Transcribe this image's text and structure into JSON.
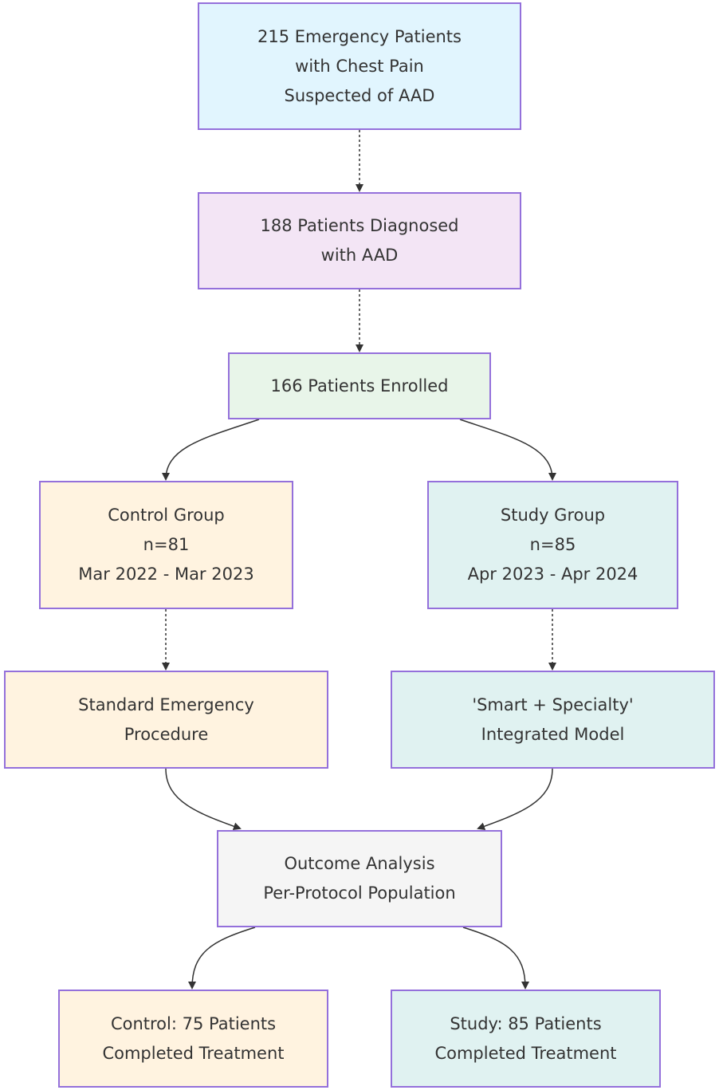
{
  "colors": {
    "border": "#9470db",
    "arrow": "#333333",
    "text": "#333333",
    "screening_fill": "#e1f5fe",
    "diagnosed_fill": "#f3e5f5",
    "enrolled_fill": "#e8f5e9",
    "control_fill": "#fff3e0",
    "study_fill": "#e0f2f1",
    "analysis_fill": "#f5f5f5"
  },
  "nodes": {
    "screening": {
      "lines": [
        "215 Emergency Patients",
        "with Chest Pain",
        "Suspected of AAD"
      ]
    },
    "diagnosed": {
      "lines": [
        "188 Patients Diagnosed",
        "with AAD"
      ]
    },
    "enrolled": {
      "lines": [
        "166 Patients Enrolled"
      ]
    },
    "control_group": {
      "lines": [
        "Control Group",
        "n=81",
        "Mar 2022 - Mar 2023"
      ]
    },
    "study_group": {
      "lines": [
        "Study Group",
        "n=85",
        "Apr 2023 - Apr 2024"
      ]
    },
    "control_procedure": {
      "lines": [
        "Standard Emergency",
        "Procedure"
      ]
    },
    "study_model": {
      "lines": [
        "'Smart + Specialty'",
        "Integrated Model"
      ]
    },
    "outcome": {
      "lines": [
        "Outcome Analysis",
        "Per-Protocol Population"
      ]
    },
    "control_completed": {
      "lines": [
        "Control: 75 Patients",
        "Completed Treatment"
      ]
    },
    "study_completed": {
      "lines": [
        "Study: 85 Patients",
        "Completed Treatment"
      ]
    }
  }
}
